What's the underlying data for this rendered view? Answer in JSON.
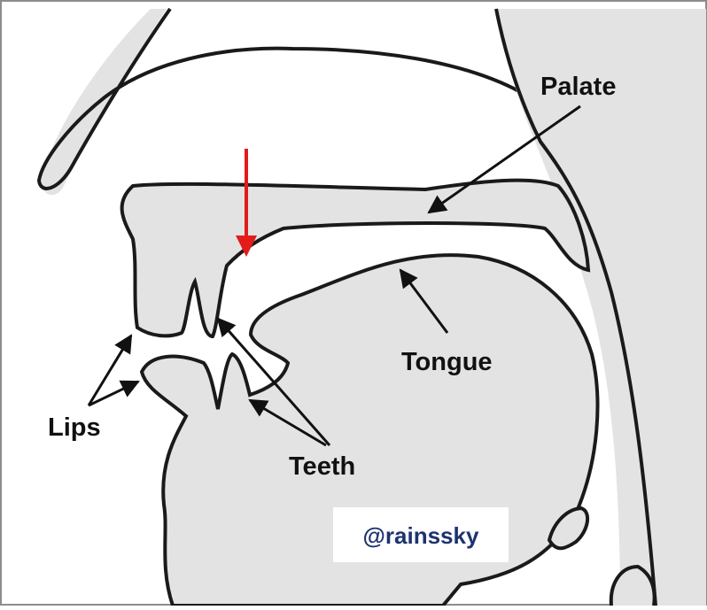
{
  "diagram": {
    "labels": {
      "palate": "Palate",
      "tongue": "Tongue",
      "lips": "Lips",
      "teeth": "Teeth"
    },
    "watermark": "@rainssky",
    "colors": {
      "tissue": "#e3e3e3",
      "outline": "#1a1a1a",
      "highlight_arrow": "#e31b1b",
      "watermark_text": "#1d3370",
      "frame": "#8c8c8c"
    }
  }
}
